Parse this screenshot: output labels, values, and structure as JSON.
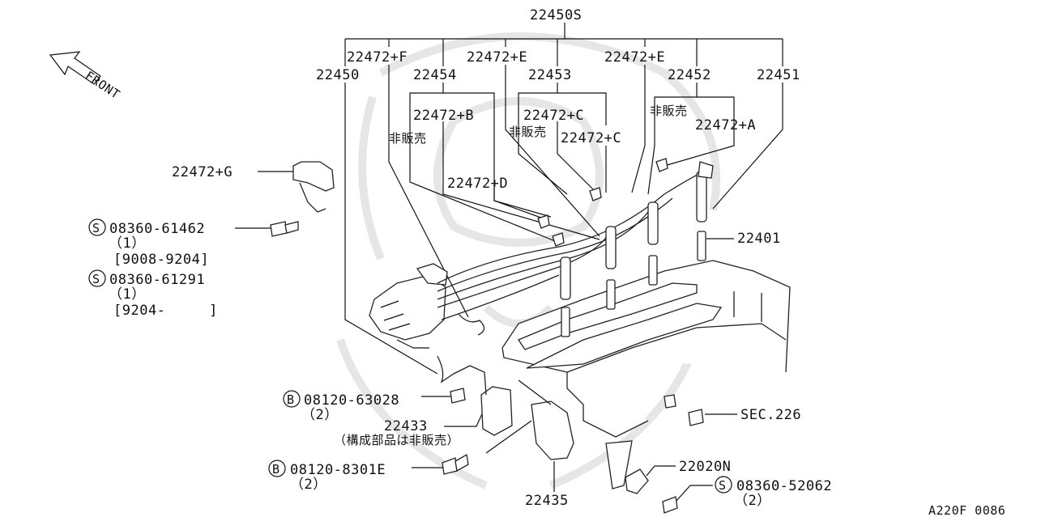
{
  "front_label": "FRONT",
  "labels": {
    "p22450S": "22450S",
    "p22472F": "22472+F",
    "p22472E1": "22472+E",
    "p22472E2": "22472+E",
    "p22450": "22450",
    "p22454": "22454",
    "p22453": "22453",
    "p22452": "22452",
    "p22451": "22451",
    "p22472B": "22472+B",
    "p22472C1": "22472+C",
    "p22472C2": "22472+C",
    "p22472A": "22472+A",
    "p22472D": "22472+D",
    "p22472G": "22472+G",
    "p22401": "22401",
    "p22433": "22433",
    "p22435": "22435",
    "p22020N": "22020N",
    "sec226": "SEC.226",
    "ns1": "非販売",
    "ns2": "非販売",
    "ns3": "非販売",
    "coil_note": "（構成部品は非販売）",
    "diagram_code": "A220F 0086"
  },
  "fasteners": {
    "f1": {
      "symbol": "S",
      "number": "08360-61462",
      "qty": "（1）",
      "range": "[9008-9204]"
    },
    "f2": {
      "symbol": "S",
      "number": "08360-61291",
      "qty": "（1）",
      "range": "[9204-     ]"
    },
    "f3": {
      "symbol": "B",
      "number": "08120-63028",
      "qty": "（2）"
    },
    "f4": {
      "symbol": "B",
      "number": "08120-8301E",
      "qty": "（2）"
    },
    "f5": {
      "symbol": "S",
      "number": "08360-52062",
      "qty": "（2）"
    }
  }
}
